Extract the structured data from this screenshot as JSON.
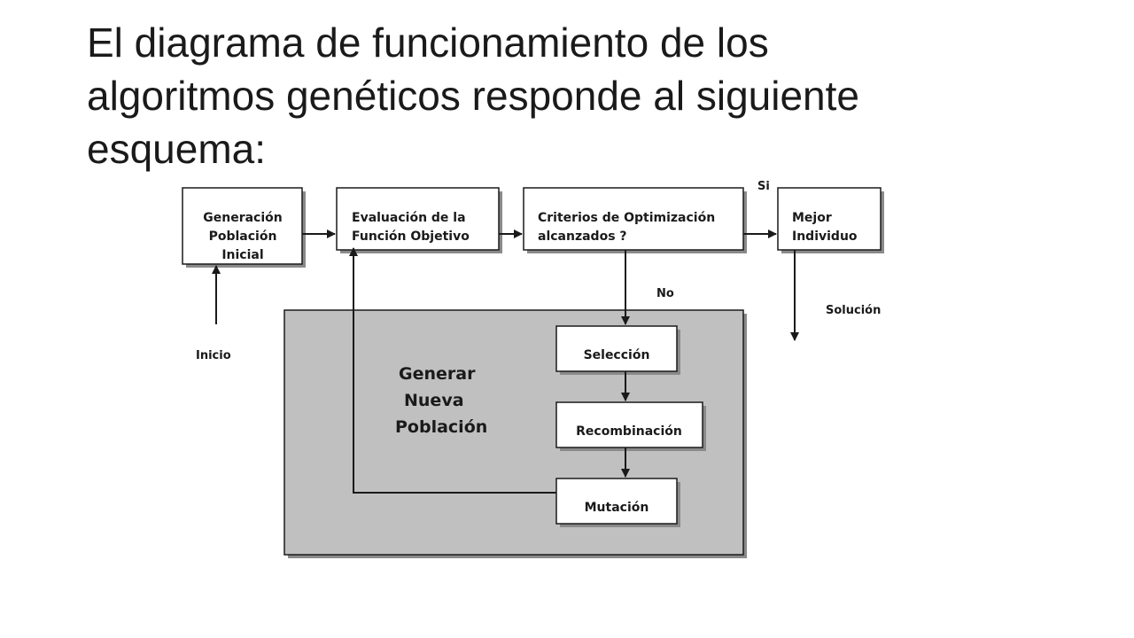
{
  "title": {
    "line1": "El diagrama de funcionamiento de los",
    "line2": "algoritmos genéticos responde al siguiente",
    "line3": "esquema:"
  },
  "boxes": {
    "generacion": [
      "Generación",
      "Población",
      "Inicial"
    ],
    "evaluacion": [
      "Evaluación de la",
      "Función Objetivo"
    ],
    "criterios": [
      "Criterios de Optimización",
      "alcanzados ?"
    ],
    "mejor": [
      "Mejor",
      "Individuo"
    ],
    "seleccion": "Selección",
    "recombinacion": "Recombinación",
    "mutacion": "Mutación"
  },
  "group": {
    "label": [
      "Generar",
      "Nueva",
      "Población"
    ]
  },
  "labels": {
    "si": "Si",
    "no": "No",
    "inicio": "Inicio",
    "solucion": "Solución"
  },
  "colors": {
    "group_fill": "#c0c0c0",
    "box_fill": "#ffffff",
    "stroke": "#1a1a1a",
    "shadow": "#8a8a8a"
  }
}
